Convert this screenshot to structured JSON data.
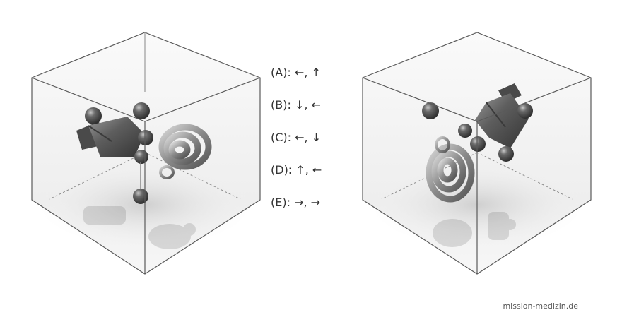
{
  "options": [
    {
      "letter": "(A):",
      "answer": "←, ↑"
    },
    {
      "letter": "(B):",
      "answer": "↓, ←"
    },
    {
      "letter": "(C):",
      "answer": "←, ↓"
    },
    {
      "letter": "(D):",
      "answer": "↑, ←"
    },
    {
      "letter": "(E):",
      "answer": "→, →"
    }
  ],
  "watermark": "mission-medizin.de",
  "colors": {
    "edge": "#5a5a5a",
    "object": "#5c5c5c",
    "highlight": "#bdbdbd"
  }
}
